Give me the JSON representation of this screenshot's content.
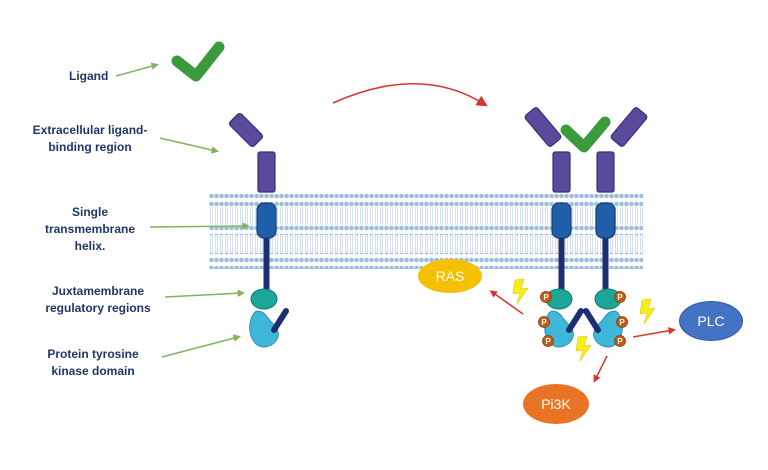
{
  "labels": {
    "ligand": "Ligand",
    "extracellular_line1": "Extracellular ligand-",
    "extracellular_line2": "binding region",
    "transmembrane_line1": "Single",
    "transmembrane_line2": "transmembrane",
    "transmembrane_line3": "helix.",
    "juxtamembrane_line1": "Juxtamembrane",
    "juxtamembrane_line2": "regulatory regions",
    "kinase_line1": "Protein tyrosine",
    "kinase_line2": "kinase domain"
  },
  "effectors": {
    "ras": "RAS",
    "plc": "PLC",
    "pi3k": "Pi3K"
  },
  "phospho_label": "P",
  "colors": {
    "label_text": "#1e3768",
    "receptor_purple": "#5b4a9b",
    "helix_blue": "#1f5faa",
    "stalk_navy": "#1c2f73",
    "juxta_teal": "#1ba79a",
    "kinase_cyan": "#3fb7d9",
    "ligand_green": "#3b9a3c",
    "pointer_green": "#7fb55a",
    "membrane_blue": "#9dbddd",
    "ras_yellow": "#f5c000",
    "plc_blue": "#4472c4",
    "pi3k_orange": "#ea7426",
    "phospho_orange": "#c55a11",
    "signal_red": "#d9342b",
    "spark_yellow": "#f7ee19"
  }
}
